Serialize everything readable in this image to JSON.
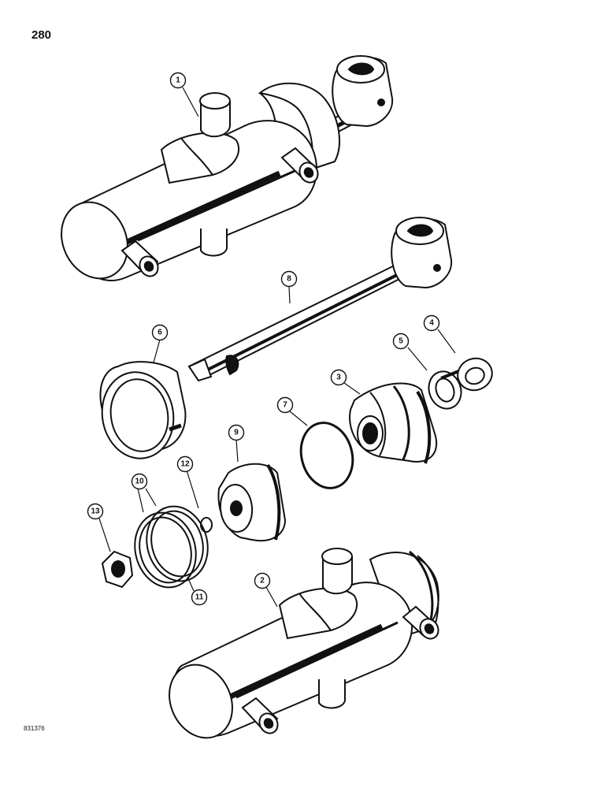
{
  "page": {
    "number": "280",
    "drawing_code": "831376"
  },
  "callouts": [
    "1",
    "2",
    "3",
    "4",
    "5",
    "6",
    "7",
    "8",
    "9",
    "10",
    "11",
    "12",
    "13"
  ]
}
